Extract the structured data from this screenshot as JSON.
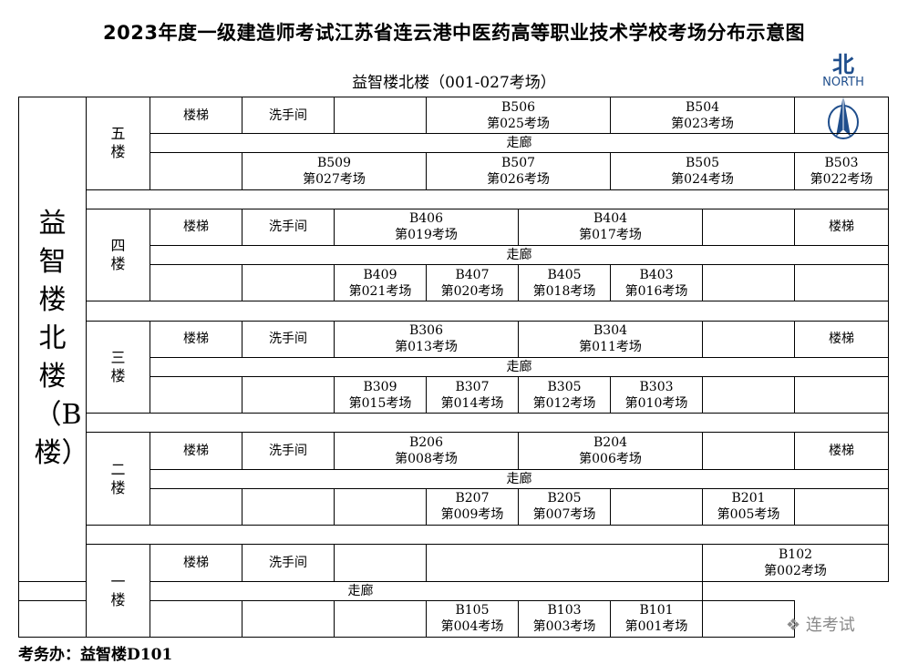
{
  "title": "2023年度一级建造师考试江苏省连云港中医药高等职业技术学校考场分布示意图",
  "subtitle": "益智楼北楼（001-027考场）",
  "north": {
    "char": "北",
    "word": "NORTH",
    "icon": "compass-arrow-icon"
  },
  "building_label": "益智楼北楼（B楼）",
  "labels": {
    "stairs": "楼梯",
    "toilet": "洗手间",
    "corridor": "走廊"
  },
  "floors": {
    "f5": {
      "name": "五楼",
      "top": {
        "b506": {
          "room": "B506",
          "exam": "第025考场"
        },
        "b504": {
          "room": "B504",
          "exam": "第023考场"
        }
      },
      "bottom": {
        "b509": {
          "room": "B509",
          "exam": "第027考场"
        },
        "b507": {
          "room": "B507",
          "exam": "第026考场"
        },
        "b505": {
          "room": "B505",
          "exam": "第024考场"
        },
        "b503": {
          "room": "B503",
          "exam": "第022考场"
        }
      }
    },
    "f4": {
      "name": "四楼",
      "top": {
        "b406": {
          "room": "B406",
          "exam": "第019考场"
        },
        "b404": {
          "room": "B404",
          "exam": "第017考场"
        }
      },
      "bottom": {
        "b409": {
          "room": "B409",
          "exam": "第021考场"
        },
        "b407": {
          "room": "B407",
          "exam": "第020考场"
        },
        "b405": {
          "room": "B405",
          "exam": "第018考场"
        },
        "b403": {
          "room": "B403",
          "exam": "第016考场"
        }
      }
    },
    "f3": {
      "name": "三楼",
      "top": {
        "b306": {
          "room": "B306",
          "exam": "第013考场"
        },
        "b304": {
          "room": "B304",
          "exam": "第011考场"
        }
      },
      "bottom": {
        "b309": {
          "room": "B309",
          "exam": "第015考场"
        },
        "b307": {
          "room": "B307",
          "exam": "第014考场"
        },
        "b305": {
          "room": "B305",
          "exam": "第012考场"
        },
        "b303": {
          "room": "B303",
          "exam": "第010考场"
        }
      }
    },
    "f2": {
      "name": "二楼",
      "top": {
        "b206": {
          "room": "B206",
          "exam": "第008考场"
        },
        "b204": {
          "room": "B204",
          "exam": "第006考场"
        }
      },
      "bottom": {
        "b207": {
          "room": "B207",
          "exam": "第009考场"
        },
        "b205": {
          "room": "B205",
          "exam": "第007考场"
        },
        "b201": {
          "room": "B201",
          "exam": "第005考场"
        }
      }
    },
    "f1": {
      "name": "一楼",
      "top": {
        "b102": {
          "room": "B102",
          "exam": "第002考场"
        }
      },
      "bottom": {
        "b105": {
          "room": "B105",
          "exam": "第004考场"
        },
        "b103": {
          "room": "B103",
          "exam": "第003考场"
        },
        "b101": {
          "room": "B101",
          "exam": "第001考场"
        }
      }
    }
  },
  "footer": "考务办：益智楼D101",
  "watermark": "连考试"
}
